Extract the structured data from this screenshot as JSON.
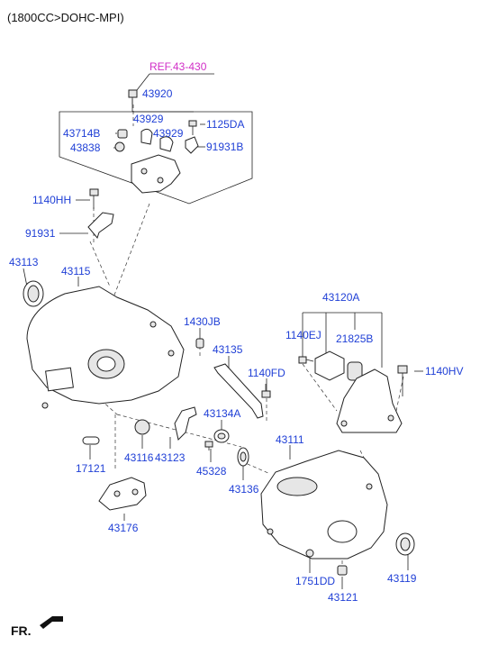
{
  "header": {
    "engine_spec": "(1800CC>DOHC-MPI)"
  },
  "reference": {
    "label": "REF.43-430"
  },
  "parts": {
    "p43920": "43920",
    "p43929a": "43929",
    "p43929b": "43929",
    "p1125DA": "1125DA",
    "p43714B": "43714B",
    "p43838": "43838",
    "p91931B": "91931B",
    "p1140HH": "1140HH",
    "p91931": "91931",
    "p43113": "43113",
    "p43115": "43115",
    "p43120A": "43120A",
    "p1430JB": "1430JB",
    "p43135": "43135",
    "p1140EJ": "1140EJ",
    "p21825B": "21825B",
    "p1140FD": "1140FD",
    "p1140HV": "1140HV",
    "p43134A": "43134A",
    "p43111": "43111",
    "p43116": "43116",
    "p43123": "43123",
    "p45328": "45328",
    "p43136": "43136",
    "p17121": "17121",
    "p43176": "43176",
    "p1751DD": "1751DD",
    "p43119": "43119",
    "p43121": "43121"
  },
  "direction": {
    "label": "FR."
  },
  "colors": {
    "part_label": "#1f3fd6",
    "reference_label": "#d12fc7",
    "line": "#222222"
  }
}
